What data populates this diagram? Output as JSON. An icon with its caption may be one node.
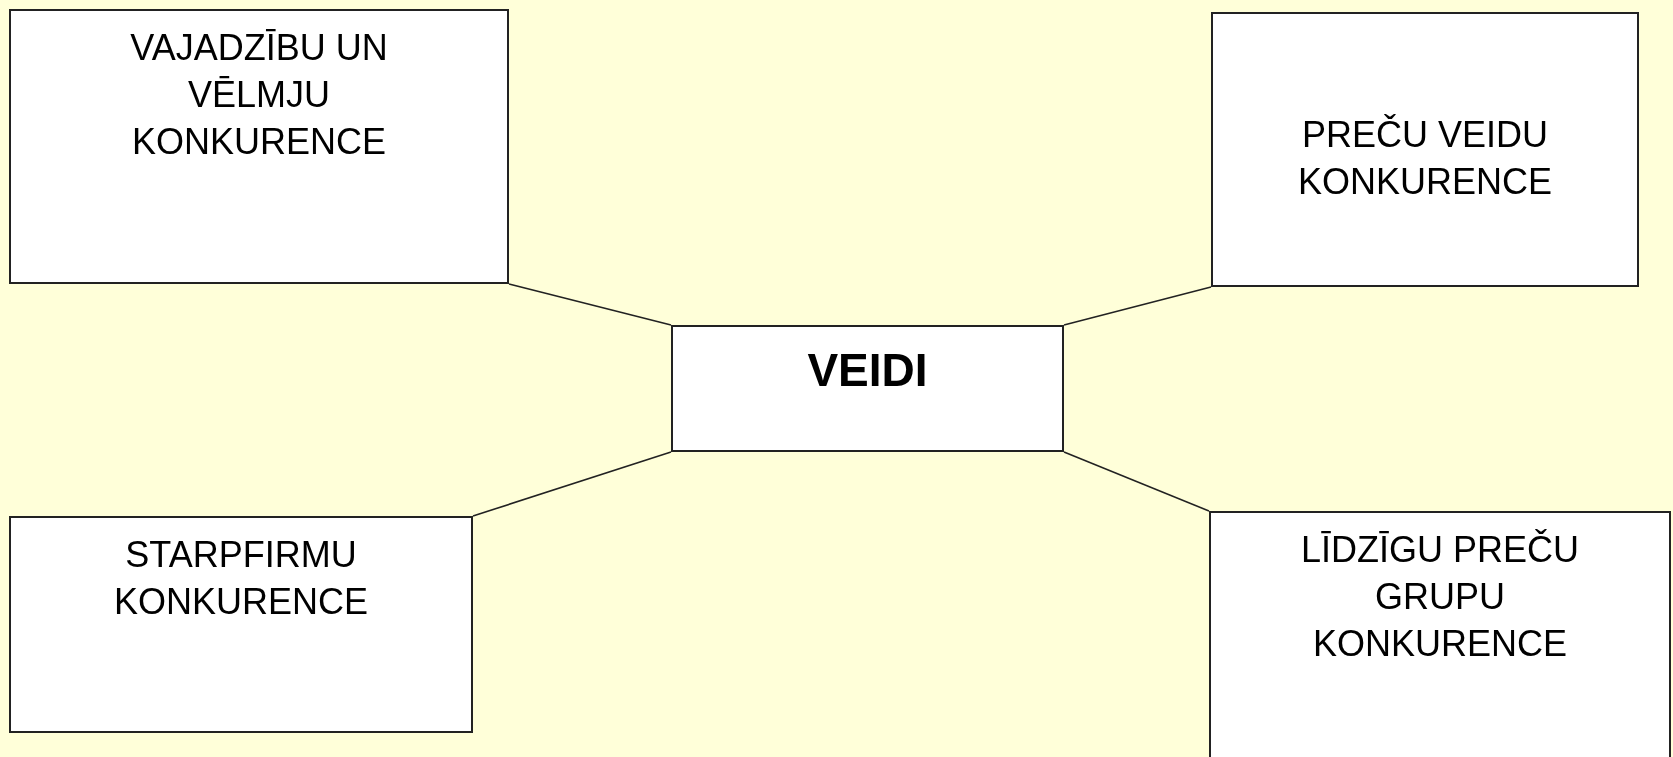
{
  "diagram": {
    "nodes": [
      {
        "text": [
          "VAJADZĪBU UN VĒLMJU KONKURENCE"
        ]
      },
      {
        "text": [
          "PREČU VEIDU KONKURENCE"
        ]
      },
      {
        "text": [
          "VEIDI"
        ]
      },
      {
        "text": [
          "STARPFIRMU KONKURENCE"
        ]
      },
      {
        "text": [
          "LĪDZĪGU PREČU GRUPU KONKURENCE"
        ]
      }
    ],
    "edges": [
      {
        "from": 2,
        "to": 0,
        "arrow": "none"
      },
      {
        "from": 2,
        "to": 1,
        "arrow": "none"
      },
      {
        "from": 2,
        "to": 3,
        "arrow": "none"
      },
      {
        "from": 2,
        "to": 4,
        "arrow": "none"
      }
    ]
  }
}
